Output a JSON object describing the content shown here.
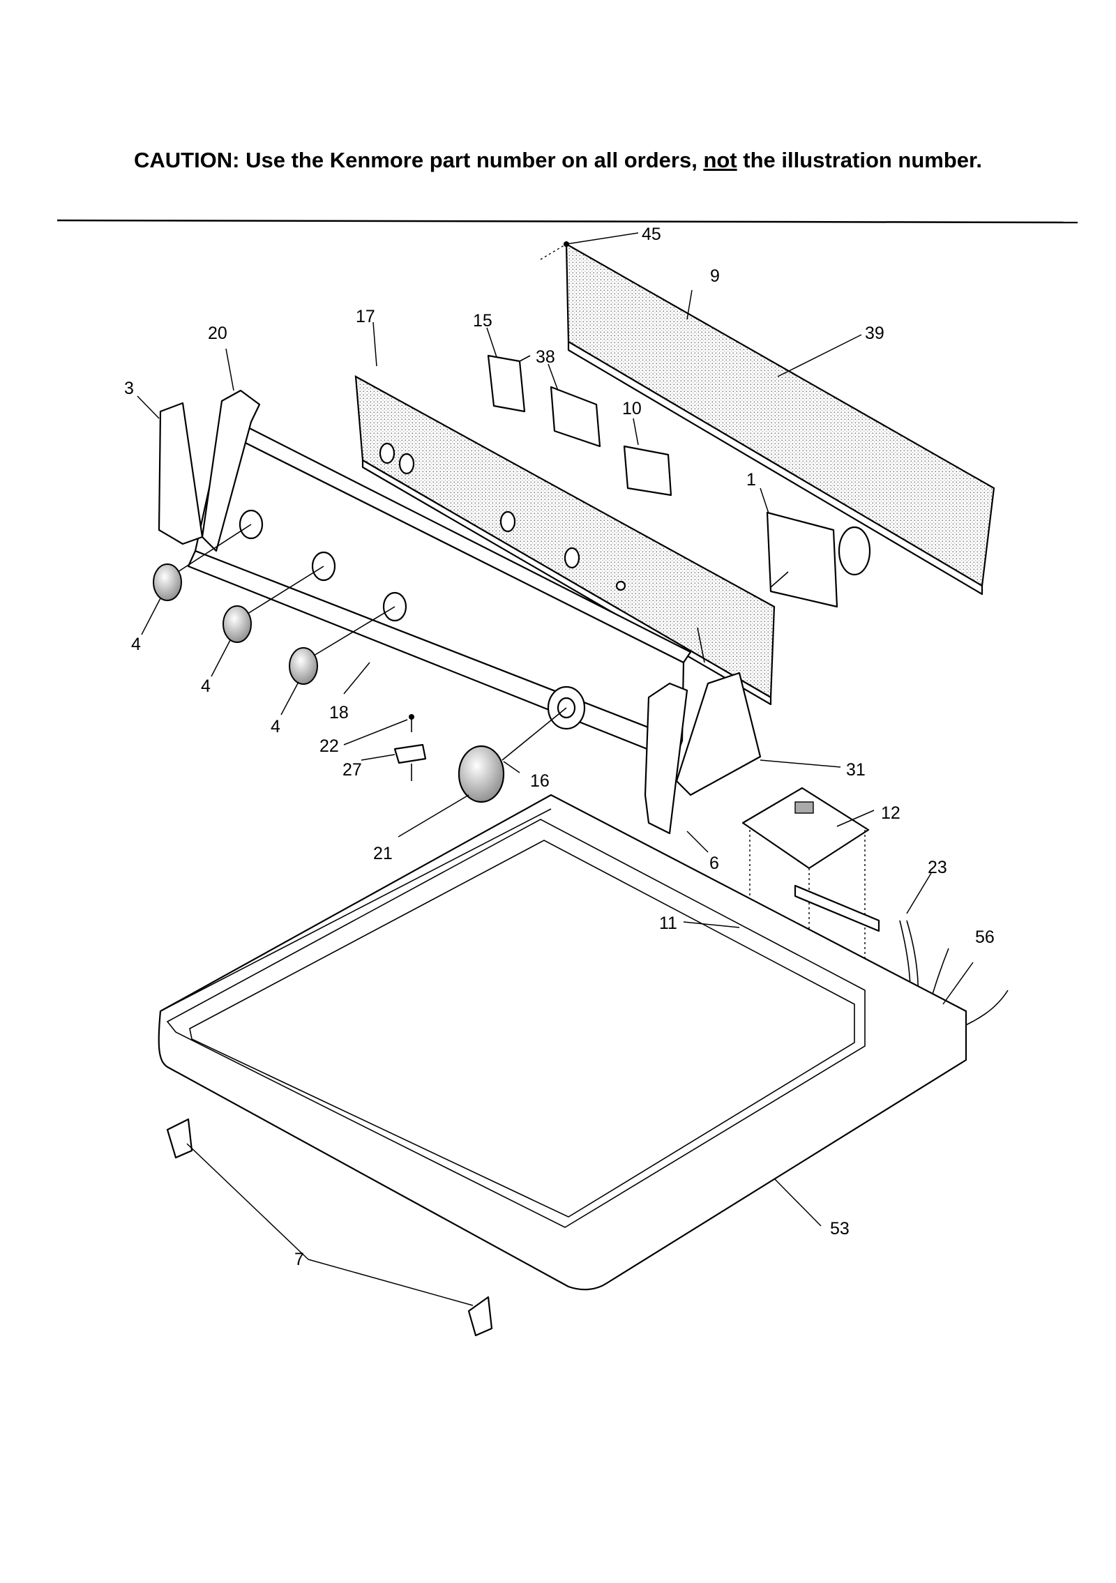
{
  "caution": {
    "prefix": "CAUTION: Use the Kenmore part number on all orders, ",
    "underlined": "not",
    "suffix": " the illustration number."
  },
  "callouts": {
    "c45": "45",
    "c9": "9",
    "c39": "39",
    "c20": "20",
    "c17": "17",
    "c15": "15",
    "c38": "38",
    "c10": "10",
    "c3": "3",
    "c1": "1",
    "c4a": "4",
    "c4b": "4",
    "c4c": "4",
    "c18": "18",
    "c22": "22",
    "c27": "27",
    "c16": "16",
    "c21": "21",
    "c31": "31",
    "c12": "12",
    "c6": "6",
    "c23": "23",
    "c11": "11",
    "c56": "56",
    "c53": "53",
    "c7": "7"
  }
}
